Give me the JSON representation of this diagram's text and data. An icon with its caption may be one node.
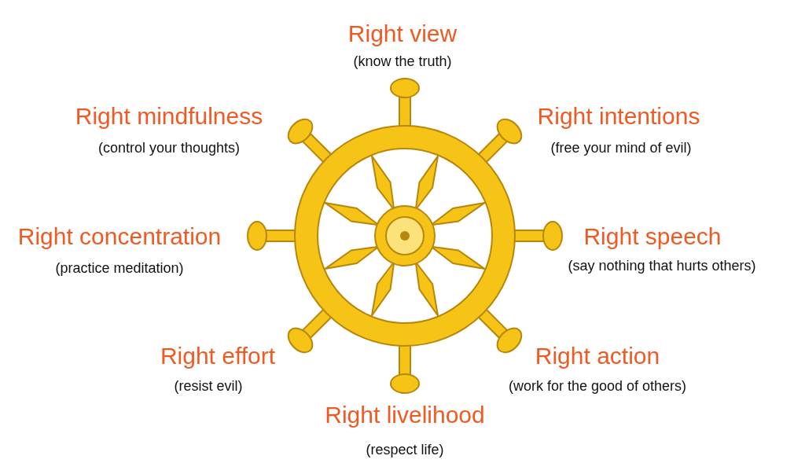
{
  "diagram": {
    "labels": [
      "Right view",
      "(know the truth)",
      "Right mindfulness",
      "Right intentions",
      "(control your thoughts)",
      "(free your mind of evil)",
      "Right concentration",
      "Right speech",
      "(practice meditation)",
      "(say nothing that hurts others)",
      "Right effort",
      "Right action",
      "(resist evil)",
      "(work for the good of others)",
      "Right livelihood",
      "(respect life)"
    ]
  }
}
